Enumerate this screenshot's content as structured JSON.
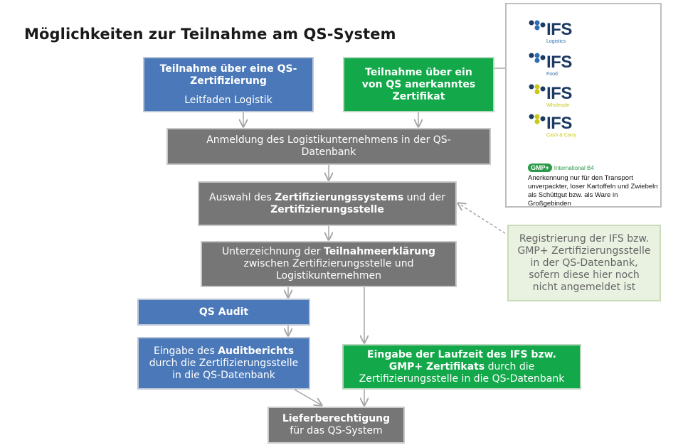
{
  "title": "Möglichkeiten zur Teilnahme am QS-System",
  "box_qs_zert": {
    "title": "Teilnahme über eine QS-Zertifizierung",
    "sub": "Leitfaden Logistik"
  },
  "box_anerkannt": {
    "title": "Teilnahme über ein von QS anerkanntes Zertifikat"
  },
  "box_anmeldung": {
    "text": "Anmeldung des Logistikunternehmens in der QS-Datenbank"
  },
  "box_auswahl": {
    "pre": "Auswahl des ",
    "b1": "Zertifizierungssystems",
    "mid": " und der ",
    "b2": "Zertifizierungsstelle"
  },
  "box_unterz": {
    "pre": "Unterzeichnung der ",
    "b1": "Teilnahmeerklärung",
    "post": " zwischen Zertifizierungsstelle und Logistikunternehmen"
  },
  "box_audit": {
    "text": "QS Audit"
  },
  "box_eingabe_audit": {
    "pre": "Eingabe des ",
    "b1": "Auditberichts",
    "post": " durch die Zertifizierungsstelle in die QS-Datenbank"
  },
  "box_eingabe_laufzeit": {
    "b1": "Eingabe der Laufzeit des IFS bzw. GMP+ Zertifikats",
    "post": " durch die Zertifizierungsstelle in die QS-Datenbank"
  },
  "box_liefer": {
    "b1": "Lieferberechtigung",
    "sub": "für das QS-System"
  },
  "box_registrierung": {
    "text": "Registrierung der IFS bzw. GMP+ Zertifizierungsstelle in der QS-Datenbank, sofern diese hier noch nicht angemeldet ist"
  },
  "logos": {
    "ifs": [
      {
        "word": "IFS",
        "sub": "Logistics",
        "color": "#2f6db3"
      },
      {
        "word": "IFS",
        "sub": "Food",
        "color": "#2f6db3"
      },
      {
        "word": "IFS",
        "sub": "Wholesale",
        "color": "#c8c81a"
      },
      {
        "word": "IFS",
        "sub": "Cash & Carry",
        "color": "#c8c81a"
      }
    ],
    "gmp_label": "GMP+",
    "gmp_intl": "International B4",
    "gmp_note": "Anerkennung nur für den Transport unverpackter, loser Kartoffeln und Zwiebeln als Schüttgut bzw. als Ware in Großgebinden"
  }
}
